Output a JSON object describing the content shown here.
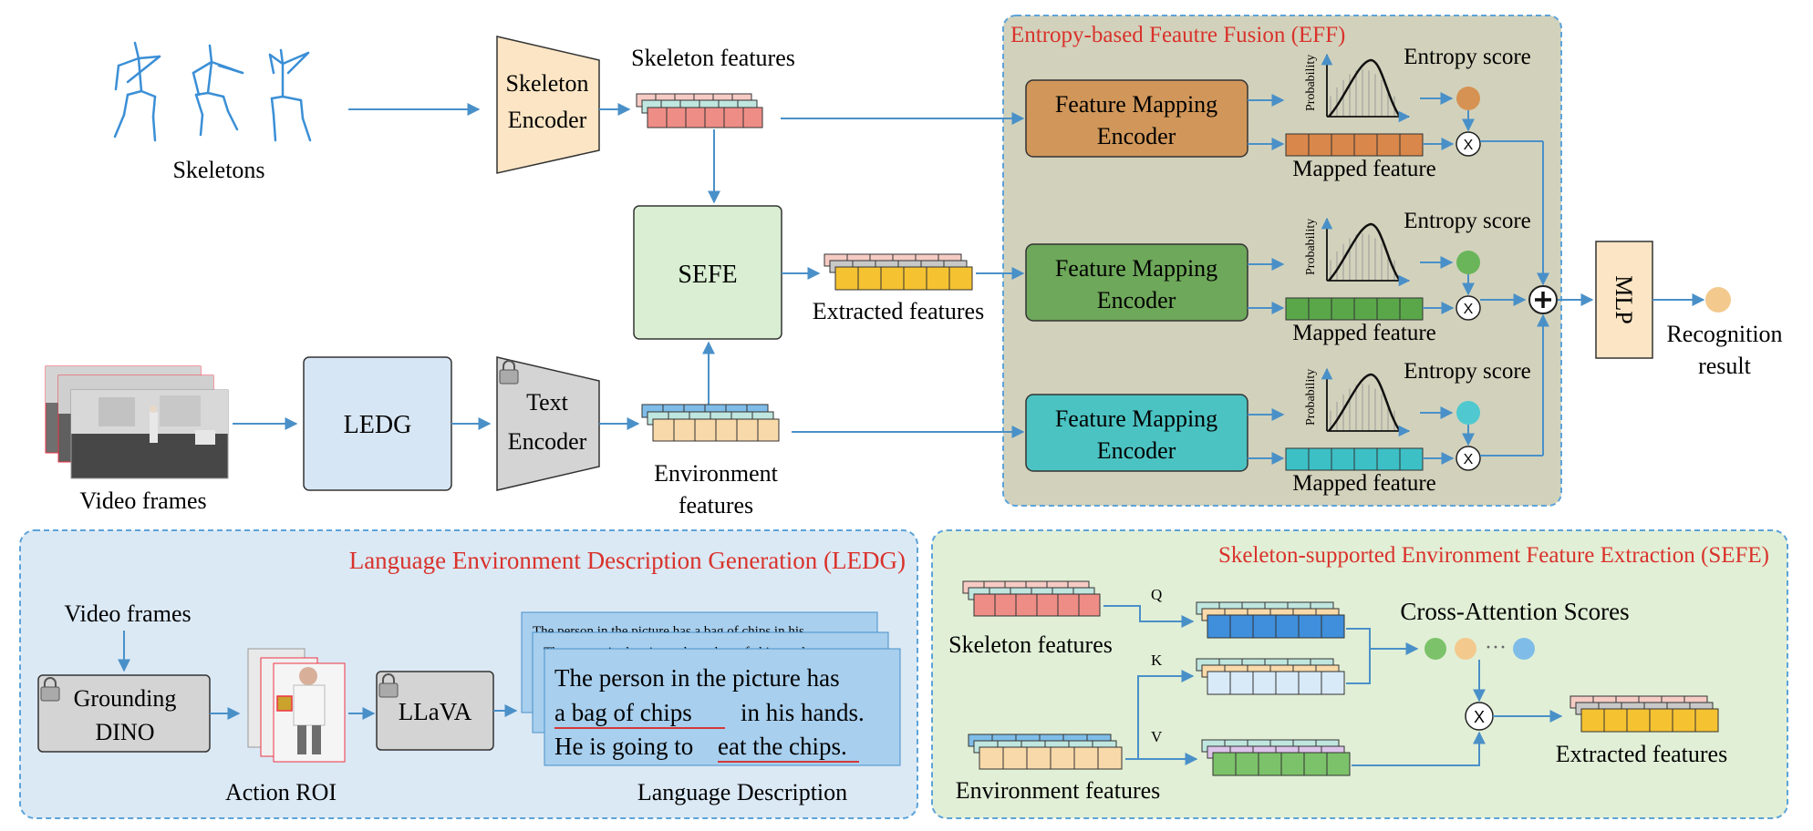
{
  "skeletons_label": "Skeletons",
  "skeleton_encoder_line1": "Skeleton",
  "skeleton_encoder_line2": "Encoder",
  "skeleton_features_label": "Skeleton features",
  "sefe_box_label": "SEFE",
  "extracted_features_label": "Extracted features",
  "video_frames_label": "Video frames",
  "ledg_box_label": "LEDG",
  "text_encoder_line1": "Text",
  "text_encoder_line2": "Encoder",
  "environment_features_line1": "Environment",
  "environment_features_line2": "features",
  "eff": {
    "title": "Entropy-based Feautre Fusion (EFF)",
    "fme_line1": "Feature Mapping",
    "fme_line2": "Encoder",
    "entropy_score_label": "Entropy score",
    "mapped_feature_label": "Mapped feature",
    "probability_label": "Probability",
    "multiply_symbol": "X"
  },
  "mlp_label": "MLP",
  "recognition_line1": "Recognition",
  "recognition_line2": "result",
  "ledg_panel": {
    "title": "Language Environment Description Generation (LEDG)",
    "video_frames_label": "Video frames",
    "grounding_line1": "Grounding",
    "grounding_line2": "DINO",
    "action_roi_label": "Action ROI",
    "llava_label": "LLaVA",
    "language_description_label": "Language Description",
    "back_text_1": "The person in the picture has  a bag of chips in his",
    "back_text_2": "The person in the picture has a bag of chips and a",
    "desc_line1": "The person in the picture has",
    "desc_line2_a": "a bag of chips",
    "desc_line2_b": "in his hands.",
    "desc_line3_a": "He is going to",
    "desc_line3_b": "eat the chips."
  },
  "sefe_panel": {
    "title": "Skeleton-supported Environment Feature Extraction (SEFE)",
    "skeleton_features_label": "Skeleton features",
    "environment_features_label": "Environment features",
    "q_label": "Q",
    "k_label": "K",
    "v_label": "V",
    "cross_attention_label": "Cross-Attention Scores",
    "dots_label": "···",
    "extracted_features_label": "Extracted features",
    "multiply_symbol": "X"
  },
  "colors": {
    "arrow": "#4a90c8",
    "title_red": "#d9322b",
    "eff_bg": "#d2d2bc",
    "ledg_bg": "#dbe9f5",
    "sefe_bg": "#e1efd6",
    "panel_border": "#5da3d8",
    "feat_salmon": "#ee8d86",
    "feat_pink": "#f6cbc4",
    "feat_teal": "#bfe6df",
    "feat_blue": "#7fbde8",
    "feat_peach": "#f8d9a9",
    "feat_gold": "#f5c232",
    "feat_green": "#7cc26a",
    "feat_lilac": "#dcc4ea",
    "feat_deepblue": "#3f8fdc",
    "feat_paleblue": "#d8eaf7",
    "fme_orange": "#d1975a",
    "fme_green": "#6ea85a",
    "fme_teal": "#4cc3c3",
    "map_orange": "#d9874a",
    "map_green": "#5aa74a",
    "map_teal": "#3cc0c6",
    "score_orange": "#d69252",
    "score_green": "#6ab55a",
    "score_teal": "#4fc9cf",
    "score_peach": "#f3c98d",
    "score_blue": "#7fbde8",
    "encoder_peach": "#fbe5c4",
    "encoder_gray": "#d4d4d4",
    "sefe_box": "#d9eed2",
    "ledg_box": "#d7e6f5",
    "mlp_box": "#fbe5c4",
    "desc_box": "#a8cfee",
    "skeleton_blue": "#3b8fd6",
    "underline_red": "#d33a3a"
  }
}
